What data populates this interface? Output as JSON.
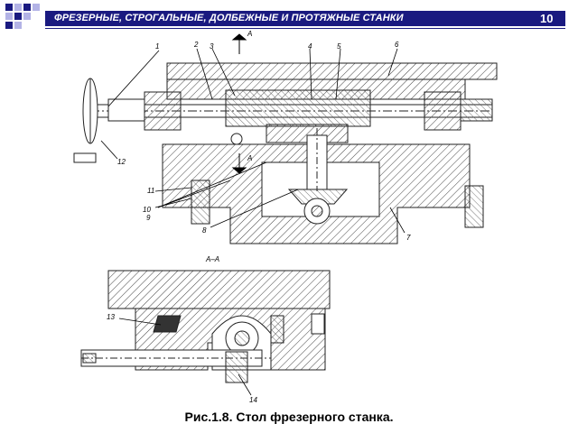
{
  "header": {
    "title": "ФРЕЗЕРНЫЕ, СТРОГАЛЬНЫЕ, ДОЛБЕЖНЫЕ И ПРОТЯЖНЫЕ СТАНКИ",
    "page_number": "10",
    "bar_color": "#1a1a80",
    "square_colors": [
      "#1a1a80",
      "#b3b3e6"
    ]
  },
  "drawing": {
    "section_marks": [
      "А",
      "А"
    ],
    "section_title": "А–А",
    "callouts": [
      "1",
      "2",
      "3",
      "4",
      "5",
      "6",
      "7",
      "8",
      "9",
      "10",
      "11",
      "12",
      "13",
      "14"
    ]
  },
  "caption": "Рис.1.8. Стол фрезерного станка."
}
